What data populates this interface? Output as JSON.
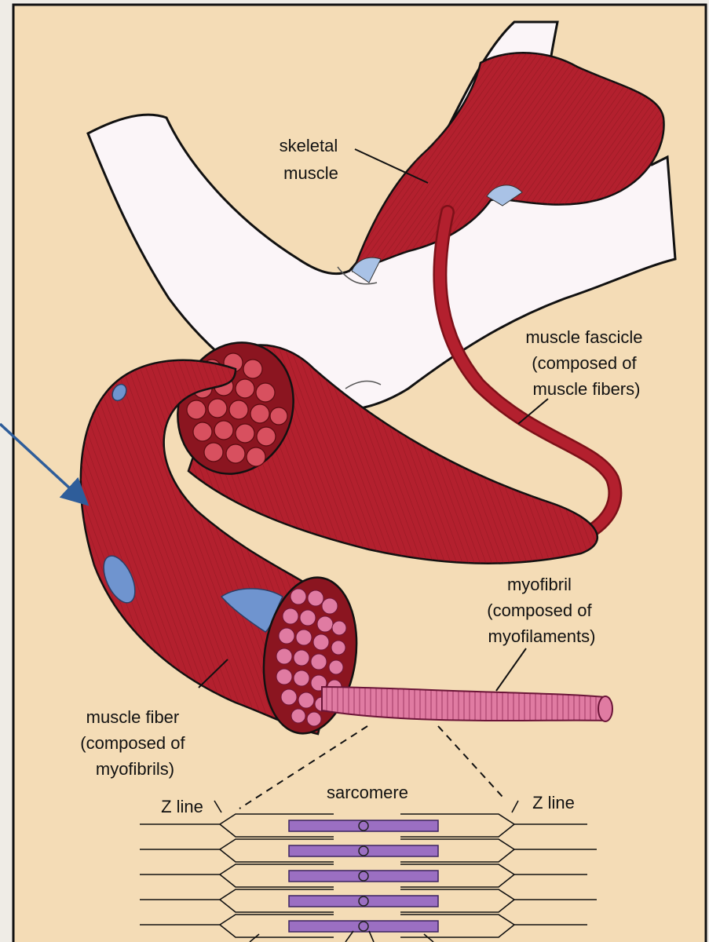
{
  "labels": {
    "skeletal_muscle": [
      "skeletal",
      "muscle"
    ],
    "muscle_fascicle": [
      "muscle fascicle",
      "(composed of",
      "muscle fibers)"
    ],
    "myofibril": [
      "myofibril",
      "(composed of",
      "myofilaments)"
    ],
    "muscle_fiber": [
      "muscle fiber",
      "(composed of",
      "myofibrils)"
    ],
    "sarcomere": "sarcomere",
    "z_line_left": "Z line",
    "z_line_right": "Z line"
  },
  "colors": {
    "panel_background": "#f4dcb6",
    "muscle_red": "#b3202e",
    "muscle_dark": "#7d1119",
    "arm_skin": "#fbf5f8",
    "tendon_blue": "#6f94cf",
    "myofibril_pink": "#e07ba2",
    "myosin_purple": "#9b6fc2",
    "pointer_arrow": "#2e5d9a"
  },
  "icons": [
    "arrow-pointer-icon"
  ]
}
